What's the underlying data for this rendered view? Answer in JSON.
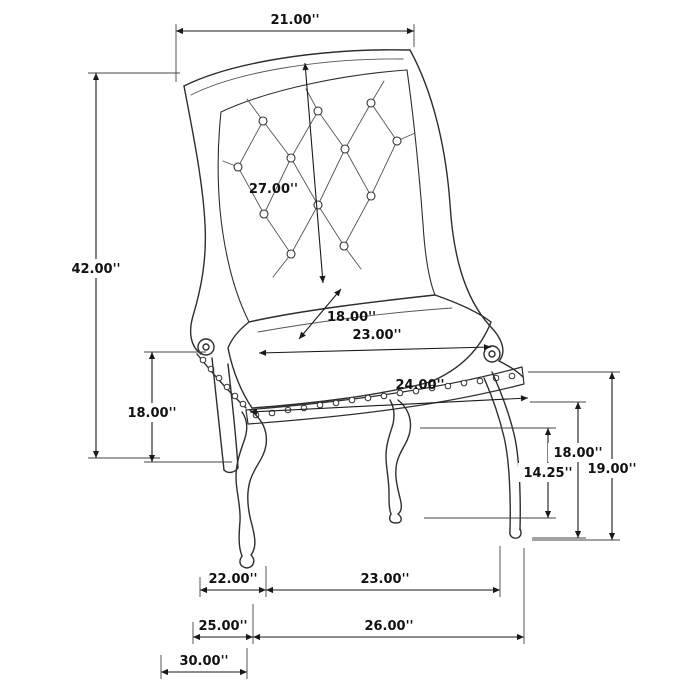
{
  "style": {
    "background": "#ffffff",
    "line_color": "#2e2e2e",
    "dimension_color": "#1a1a1a",
    "text_color": "#111111"
  },
  "diagram": {
    "dims": {
      "top_width": "21.00''",
      "overall_height": "42.00''",
      "back_diagonal": "27.00''",
      "seat_diagonal": "18.00''",
      "seat_width": "23.00''",
      "front_width": "24.00''",
      "seat_height_left": "18.00''",
      "front_leg_height": "14.25''",
      "right_height_a": "18.00''",
      "right_height_b": "19.00''",
      "span_22": "22.00''",
      "span_23": "23.00''",
      "span_25": "25.00''",
      "span_26": "26.00''",
      "span_30": "30.00''"
    }
  }
}
